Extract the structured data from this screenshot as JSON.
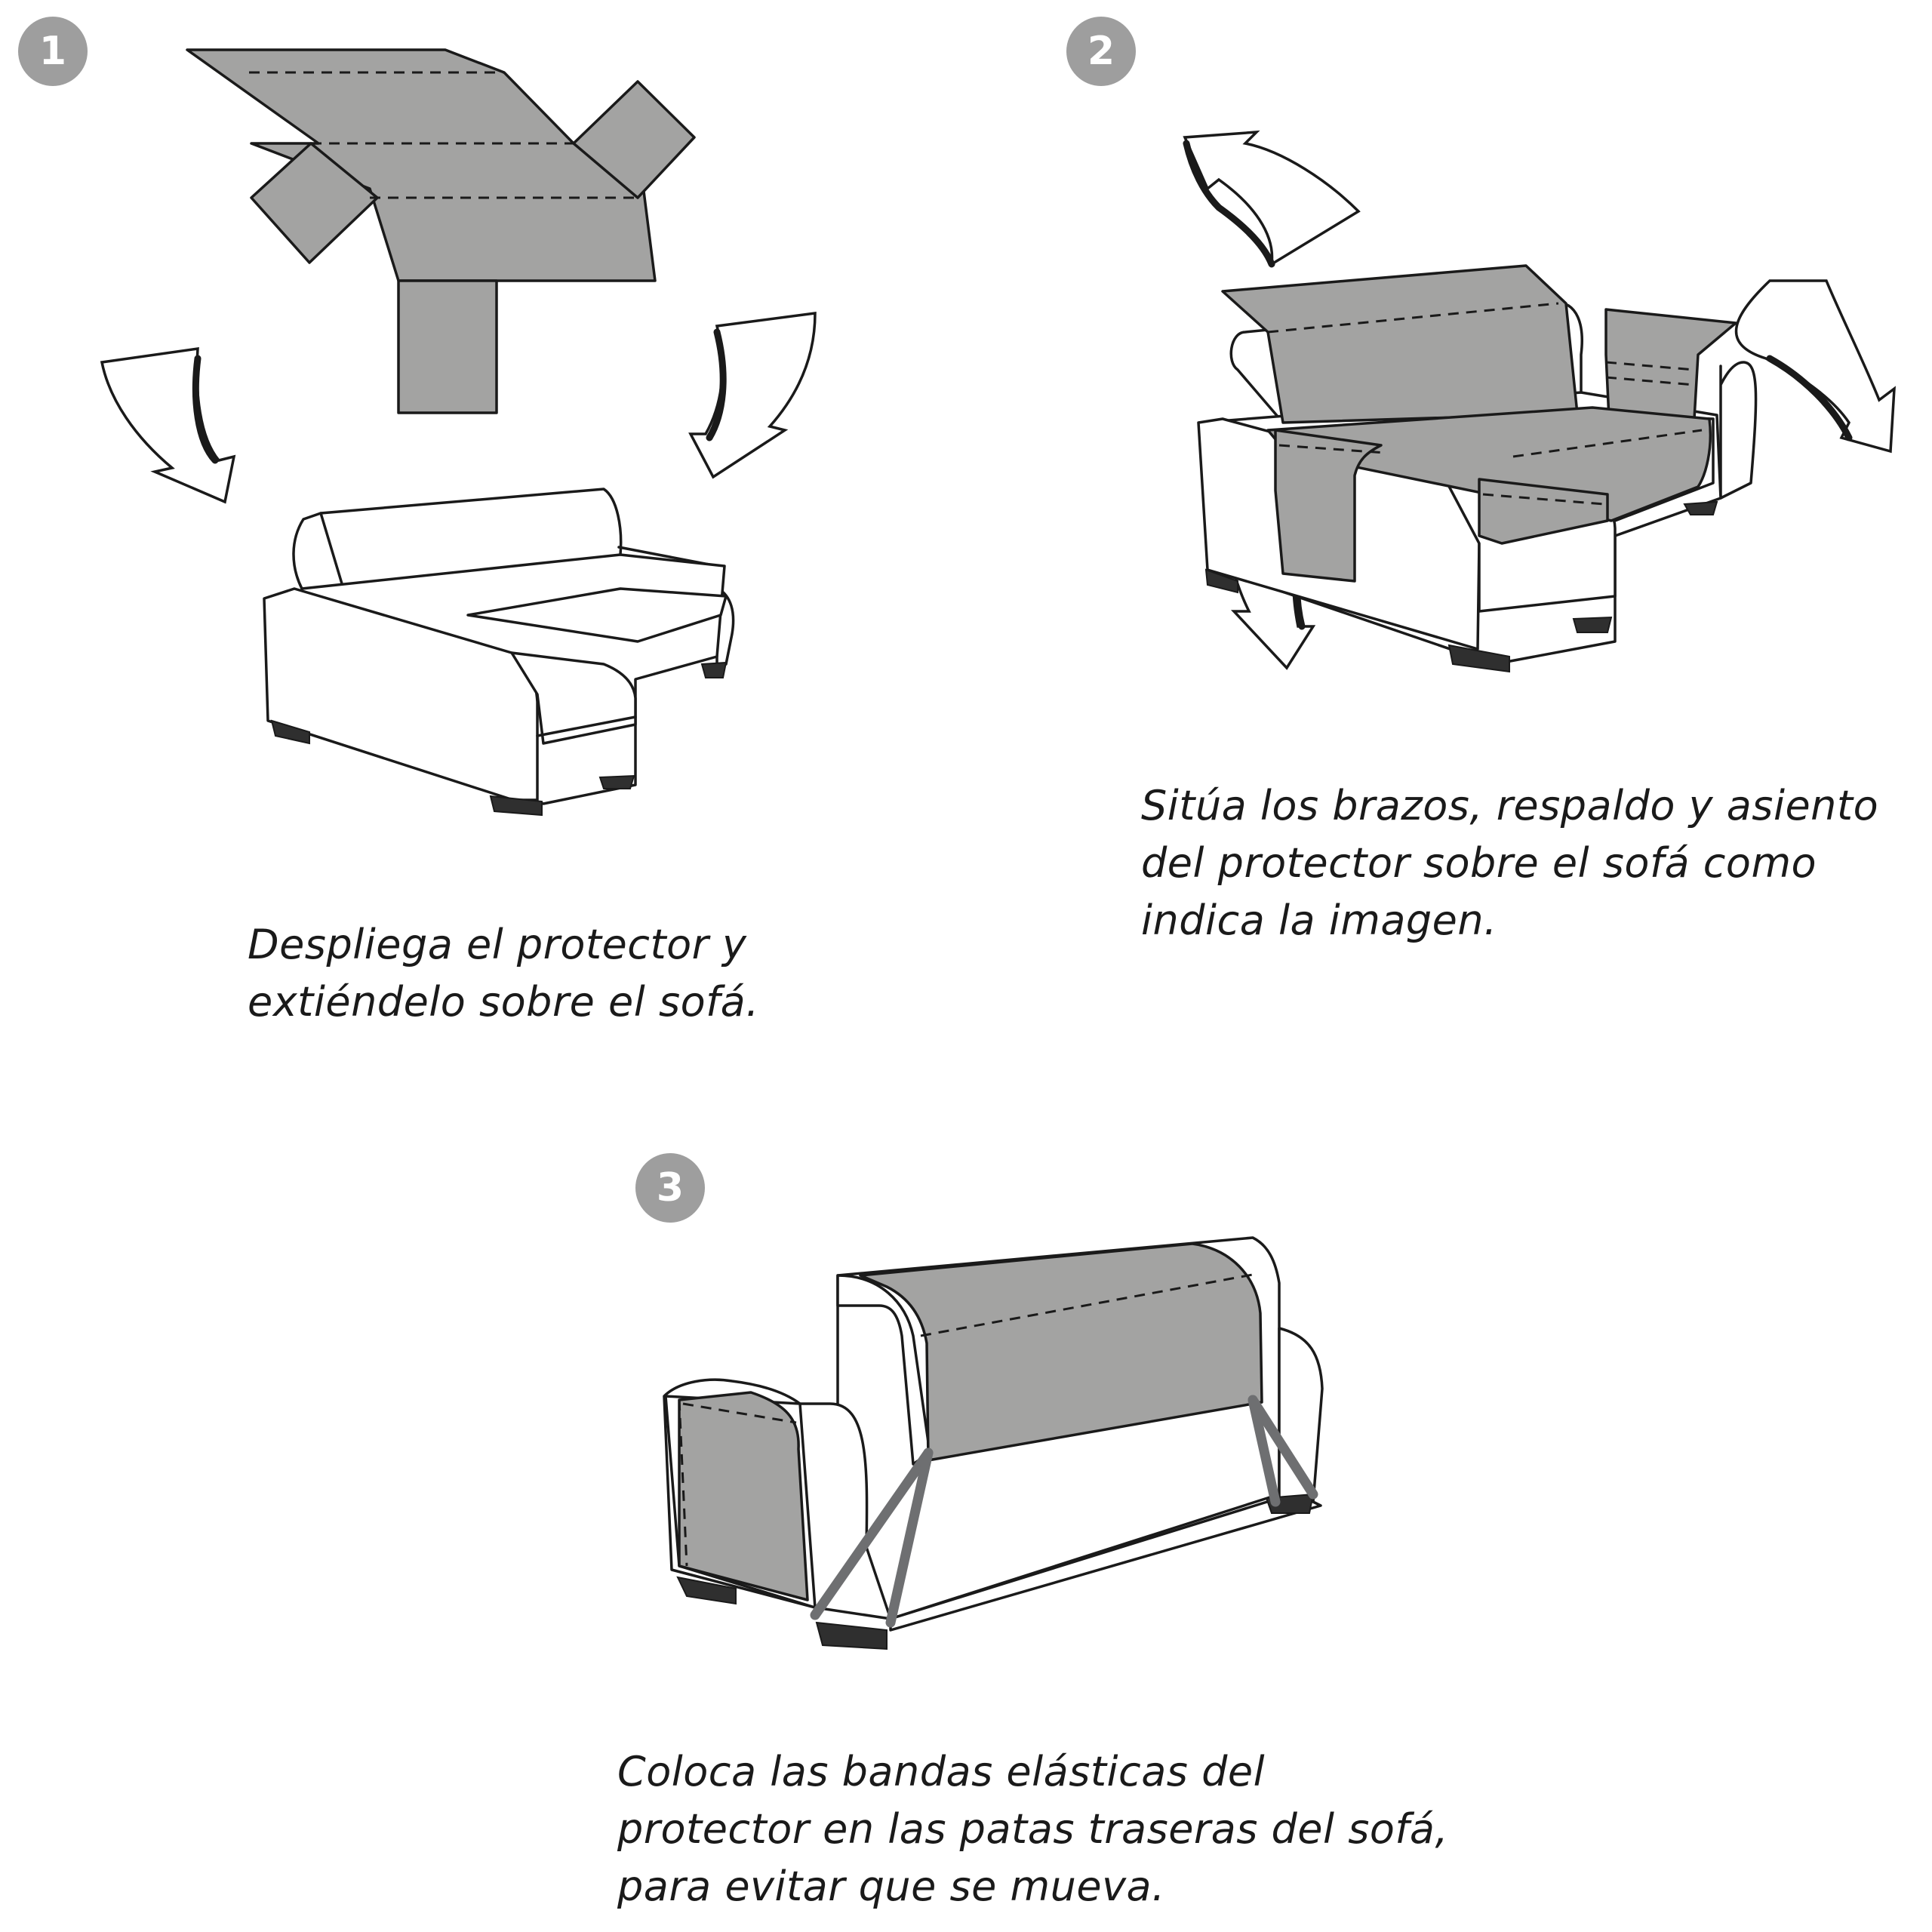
{
  "colors": {
    "cover": "#a3a3a2",
    "outline": "#1a1a1a",
    "badge": "#9e9e9e",
    "feet": "#2f2f2f",
    "strap": "#6e6f71",
    "text": "#1a1a1a"
  },
  "steps": [
    {
      "number": "1",
      "lines": [
        "Despliega el protector y",
        "extiéndelo sobre el sofá."
      ]
    },
    {
      "number": "2",
      "lines": [
        "Sitúa los brazos, respaldo y asiento",
        "del protector sobre el sofá como",
        "indica la imagen."
      ]
    },
    {
      "number": "3",
      "lines": [
        "Coloca las bandas elásticas del",
        "protector en las patas traseras del sofá,",
        "para evitar que se mueva."
      ]
    }
  ],
  "icons": [
    "curved-arrow-icon",
    "sofa-icon",
    "sofa-cover-icon",
    "elastic-band-icon"
  ]
}
